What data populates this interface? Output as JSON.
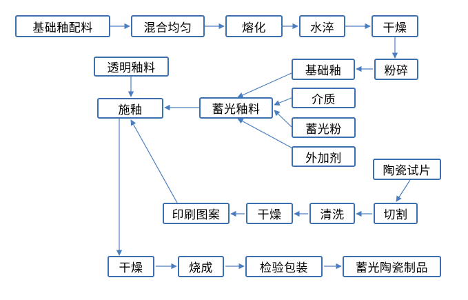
{
  "nodes": {
    "base_glaze_ingredients": "基础釉配料",
    "mixing": "混合均匀",
    "melting": "熔化",
    "water_quench": "水淬",
    "drying_1": "干燥",
    "crushing": "粉碎",
    "base_glaze": "基础釉",
    "transparent_glaze": "透明釉料",
    "glazing": "施釉",
    "luminous_glaze": "蓄光釉料",
    "medium": "介质",
    "luminous_powder": "蓄光粉",
    "additive": "外加剂",
    "ceramic_tile": "陶瓷试片",
    "cutting": "切割",
    "cleaning": "清洗",
    "drying_2": "干燥",
    "printing_pattern": "印刷图案",
    "drying_3": "干燥",
    "firing": "烧成",
    "inspection_packaging": "检验包装",
    "luminous_ceramic_product": "蓄光陶瓷制品"
  },
  "colors": {
    "border": "#3b6fb0",
    "arrow": "#4a7ec0"
  }
}
